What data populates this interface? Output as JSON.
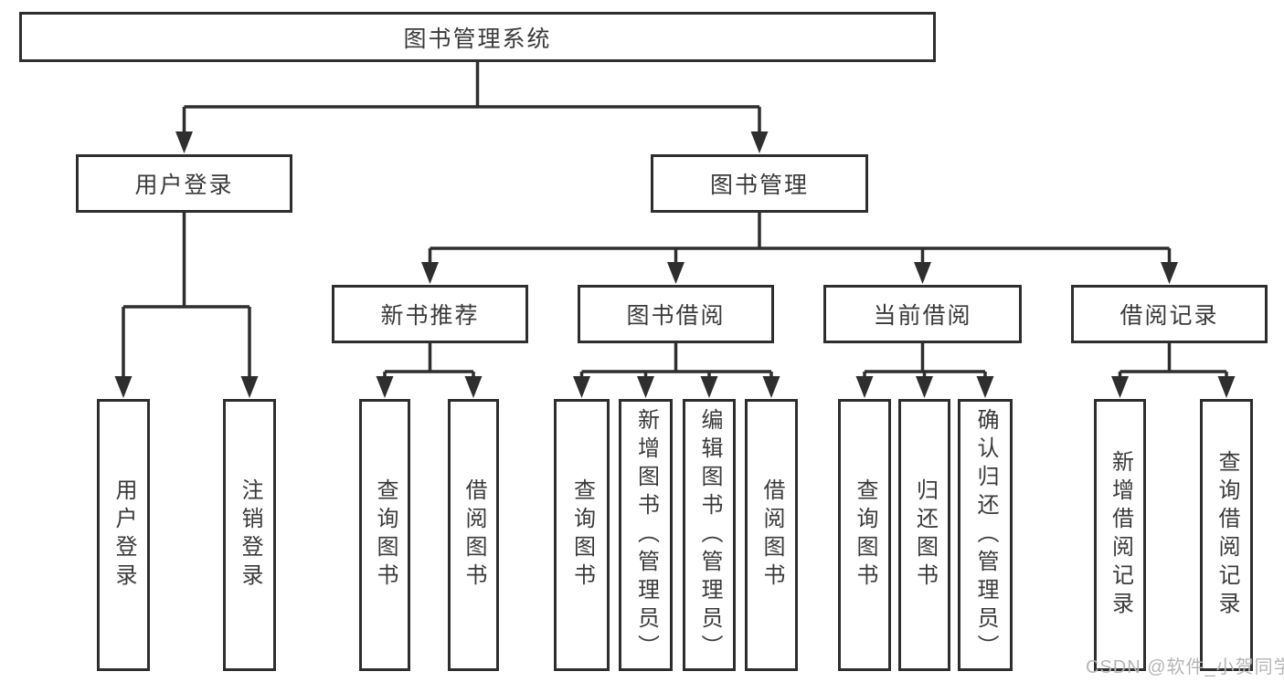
{
  "diagram": {
    "type": "hierarchy-tree",
    "orientation": "top-down",
    "colors": {
      "background": "#ffffff",
      "box_border": "#2e2e2e",
      "connector_line": "#2e2e2e",
      "text": "#3a3a3a",
      "watermark_text": "#b5b5b5"
    }
  },
  "nodes": {
    "root": {
      "label": "图书管理系统"
    },
    "level2": [
      {
        "label": "用户登录",
        "parent": "图书管理系统"
      },
      {
        "label": "图书管理",
        "parent": "图书管理系统"
      }
    ],
    "level3": [
      {
        "label": "新书推荐",
        "parent": "图书管理"
      },
      {
        "label": "图书借阅",
        "parent": "图书管理"
      },
      {
        "label": "当前借阅",
        "parent": "图书管理"
      },
      {
        "label": "借阅记录",
        "parent": "图书管理"
      }
    ],
    "leaves": [
      {
        "label": "用户登录",
        "parent": "用户登录"
      },
      {
        "label": "注销登录",
        "parent": "用户登录"
      },
      {
        "label": "查询图书",
        "parent": "新书推荐"
      },
      {
        "label": "借阅图书",
        "parent": "新书推荐"
      },
      {
        "label": "查询图书",
        "parent": "图书借阅"
      },
      {
        "label": "新增图书（管理员）",
        "parent": "图书借阅"
      },
      {
        "label": "编辑图书（管理员）",
        "parent": "图书借阅"
      },
      {
        "label": "借阅图书",
        "parent": "图书借阅"
      },
      {
        "label": "查询图书",
        "parent": "当前借阅"
      },
      {
        "label": "归还图书",
        "parent": "当前借阅"
      },
      {
        "label": "确认归还（管理员）",
        "parent": "当前借阅"
      },
      {
        "label": "新增借阅记录",
        "parent": "借阅记录"
      },
      {
        "label": "查询借阅记录",
        "parent": "借阅记录"
      }
    ]
  },
  "watermark": {
    "text": "CSDN @软件_小贺同学"
  }
}
